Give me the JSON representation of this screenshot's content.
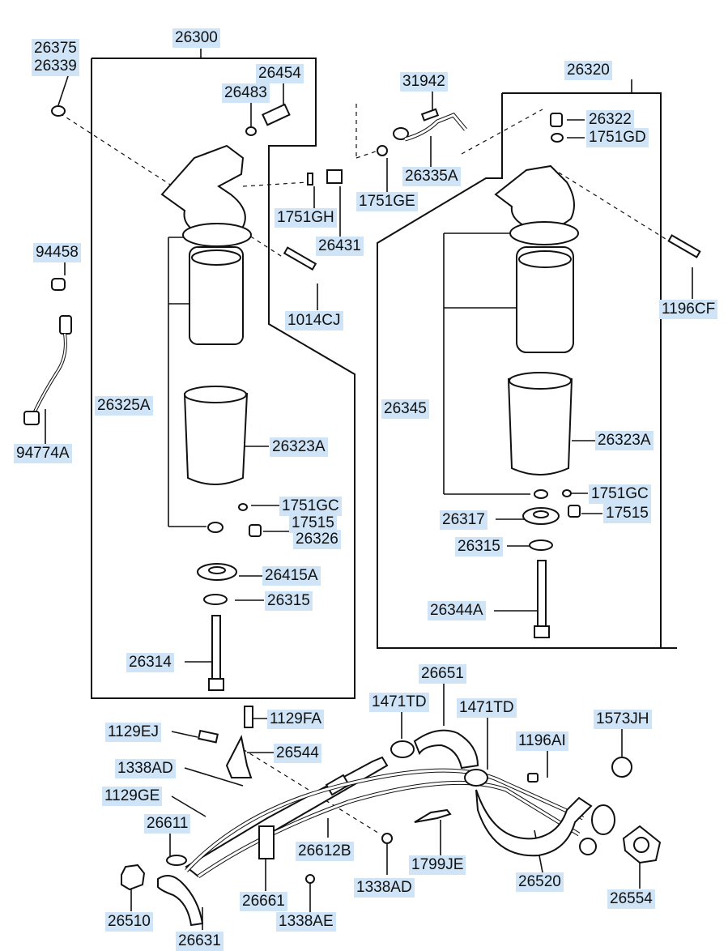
{
  "diagram": {
    "labels": {
      "26300": "26300",
      "26375": "26375",
      "26339": "26339",
      "26454": "26454",
      "26483": "26483",
      "31942": "31942",
      "26320": "26320",
      "26322": "26322",
      "1751GD": "1751GD",
      "26335A": "26335A",
      "1751GE": "1751GE",
      "1751GH": "1751GH",
      "26431": "26431",
      "94458": "94458",
      "1014CJ": "1014CJ",
      "1196CF": "1196CF",
      "26325A": "26325A",
      "26345": "26345",
      "26323A_l": "26323A",
      "26323A_r": "26323A",
      "94774A": "94774A",
      "1751GC_l": "1751GC",
      "1751GC_r": "1751GC",
      "17515_l": "17515",
      "17515_r": "17515",
      "26326": "26326",
      "26317": "26317",
      "26315_r": "26315",
      "26415A": "26415A",
      "26315_l": "26315",
      "26344A": "26344A",
      "26314": "26314",
      "26651": "26651",
      "1471TD_l": "1471TD",
      "1471TD_r": "1471TD",
      "1129FA": "1129FA",
      "1573JH": "1573JH",
      "1129EJ": "1129EJ",
      "1196AI": "1196AI",
      "26544": "26544",
      "1338AD_top": "1338AD",
      "1129GE": "1129GE",
      "26611": "26611",
      "26612B": "26612B",
      "1799JE": "1799JE",
      "26520": "26520",
      "1338AD_bot": "1338AD",
      "26661": "26661",
      "1338AE": "1338AE",
      "26554": "26554",
      "26510": "26510",
      "26631": "26631"
    }
  }
}
